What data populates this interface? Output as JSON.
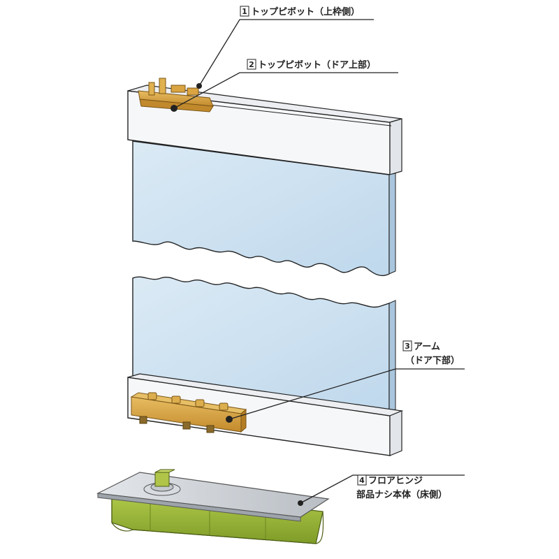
{
  "labels": {
    "top_pivot_frame": {
      "number": "1",
      "text": "トップピボット（上枠側）"
    },
    "top_pivot_door": {
      "number": "2",
      "text": "トップピボット（ドア上部）"
    },
    "arm": {
      "number": "3",
      "text": "アーム",
      "sub": "（ドア下部）"
    },
    "floor_hinge": {
      "number": "4",
      "text": "フロアヒンジ",
      "sub": "部品ナシ本体（床側）"
    }
  },
  "colors": {
    "glass": "#cfe3f1",
    "frame": "#f6f7f9",
    "brass": "#d6a548",
    "hinge_body": "#9bb83a",
    "hinge_plate": "#c9cdd2",
    "line": "#222222"
  },
  "icons": {
    "top_pivot": "brass-pivot-hardware",
    "arm": "brass-arm-hardware",
    "floor_hinge": "floor-hinge-unit"
  }
}
